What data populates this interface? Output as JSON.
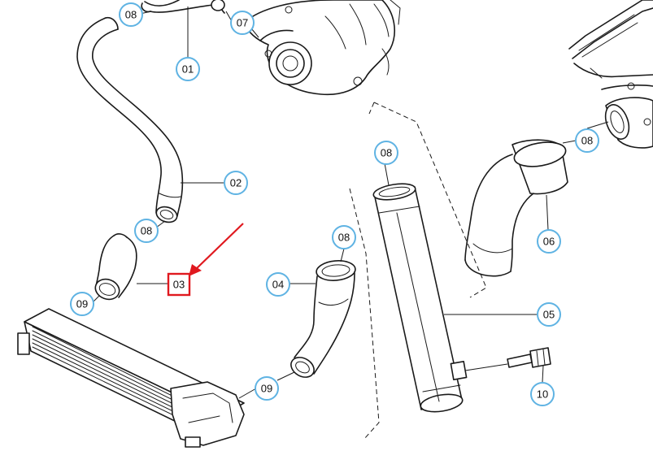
{
  "callouts": {
    "c01": "01",
    "c02": "02",
    "c03": "03",
    "c04": "04",
    "c05": "05",
    "c06": "06",
    "c07": "07",
    "c08a": "08",
    "c08b": "08",
    "c08c": "08",
    "c08d": "08",
    "c08e": "08",
    "c09a": "09",
    "c09b": "09",
    "c10": "10"
  },
  "highlight": {
    "part": "03",
    "box_color": "#e0191f",
    "arrow_color": "#e0191f"
  },
  "colors": {
    "callout_ring": "#5fb3e3",
    "line_art": "#1a1a1a"
  }
}
